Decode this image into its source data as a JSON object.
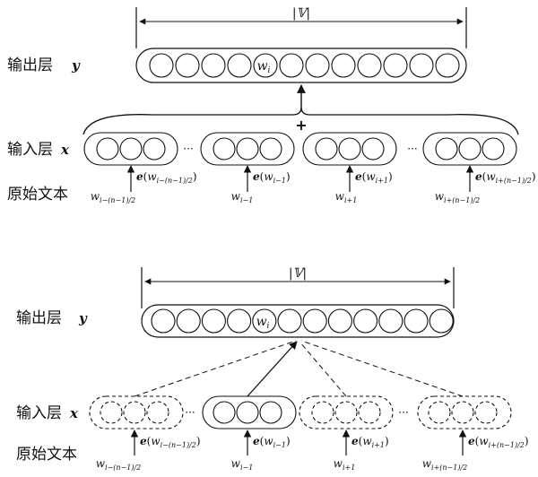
{
  "diagrams": [
    {
      "output_label": "输出层",
      "output_var": "y",
      "input_label": "输入层",
      "input_var": "x",
      "text_label": "原始文本",
      "vocab_label": "|𝕍|",
      "center_word": "w",
      "center_sub": "i",
      "plus_symbol": "+",
      "ellipsis": "···",
      "inputs": [
        {
          "embed": "e",
          "arg": "w",
          "arg_sub": "i−(n−1)/2",
          "word": "w",
          "word_sub": "i−(n−1)/2",
          "active": true
        },
        {
          "embed": "e",
          "arg": "w",
          "arg_sub": "i−1",
          "word": "w",
          "word_sub": "i−1",
          "active": true
        },
        {
          "embed": "e",
          "arg": "w",
          "arg_sub": "i+1",
          "word": "w",
          "word_sub": "i+1",
          "active": true
        },
        {
          "embed": "e",
          "arg": "w",
          "arg_sub": "i+(n−1)/2",
          "word": "w",
          "word_sub": "i+(n−1)/2",
          "active": true
        }
      ]
    },
    {
      "output_label": "输出层",
      "output_var": "y",
      "input_label": "输入层",
      "input_var": "x",
      "text_label": "原始文本",
      "vocab_label": "|𝕍|",
      "center_word": "w",
      "center_sub": "i",
      "ellipsis": "···",
      "inputs": [
        {
          "embed": "e",
          "arg": "w",
          "arg_sub": "i−(n−1)/2",
          "word": "w",
          "word_sub": "i−(n−1)/2",
          "active": false
        },
        {
          "embed": "e",
          "arg": "w",
          "arg_sub": "i−1",
          "word": "w",
          "word_sub": "i−1",
          "active": true
        },
        {
          "embed": "e",
          "arg": "w",
          "arg_sub": "i+1",
          "word": "w",
          "word_sub": "i+1",
          "active": false
        },
        {
          "embed": "e",
          "arg": "w",
          "arg_sub": "i+(n−1)/2",
          "word": "w",
          "word_sub": "i+(n−1)/2",
          "active": false
        }
      ]
    }
  ]
}
